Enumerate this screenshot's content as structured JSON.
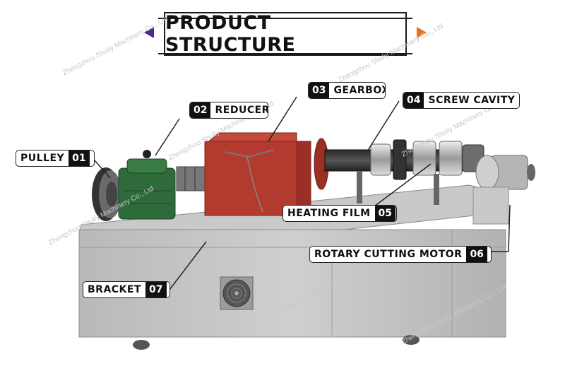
{
  "title": "PRODUCT STRUCTURE",
  "watermark": "Zhengzhou Shuliy Machinery Co., Ltd",
  "labels": {
    "pulley": {
      "text": "PULLEY",
      "num": "01"
    },
    "reducer": {
      "text": "REDUCER",
      "num": "02"
    },
    "gearbox": {
      "text": "GEARBOX",
      "num": "03"
    },
    "screw_cavity": {
      "text": "SCREW CAVITY",
      "num": "04"
    },
    "heating_film": {
      "text": "HEATING FILM",
      "num": "05"
    },
    "rotary_cutting_motor": {
      "text": "ROTARY CUTTING MOTOR",
      "num": "06"
    },
    "bracket": {
      "text": "BRACKET",
      "num": "07"
    }
  },
  "colors": {
    "arrow_left": "#4b2a8c",
    "arrow_right": "#e8741a",
    "gearbox_red": "#b23a2e",
    "reducer_green": "#2f6b3a",
    "steel": "#bdbdbd"
  }
}
